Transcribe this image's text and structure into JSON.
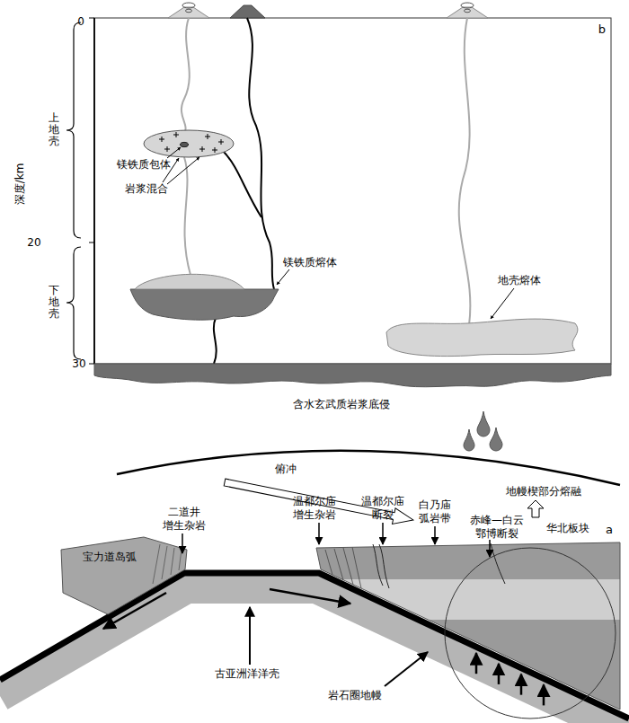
{
  "diagram": {
    "labels": [
      "b",
      "0",
      "20",
      "30",
      "深度/km",
      "上地壳",
      "下地壳",
      "镁铁质包体",
      "岩浆混合",
      "镁铁质熔体",
      "地壳熔体",
      "含水玄武质岩浆底侵",
      "俯冲",
      "地幔楔部分熔融",
      "华北板块",
      "a",
      "宝力道岛弧",
      "二道井 增生杂岩",
      "温都尔庙 增生杂岩",
      "温都尔庙 断裂",
      "白乃庙 弧岩带",
      "赤峰—白云 鄂博断裂",
      "古亚洲洋洋壳",
      "岩石圈地幔"
    ]
  }
}
